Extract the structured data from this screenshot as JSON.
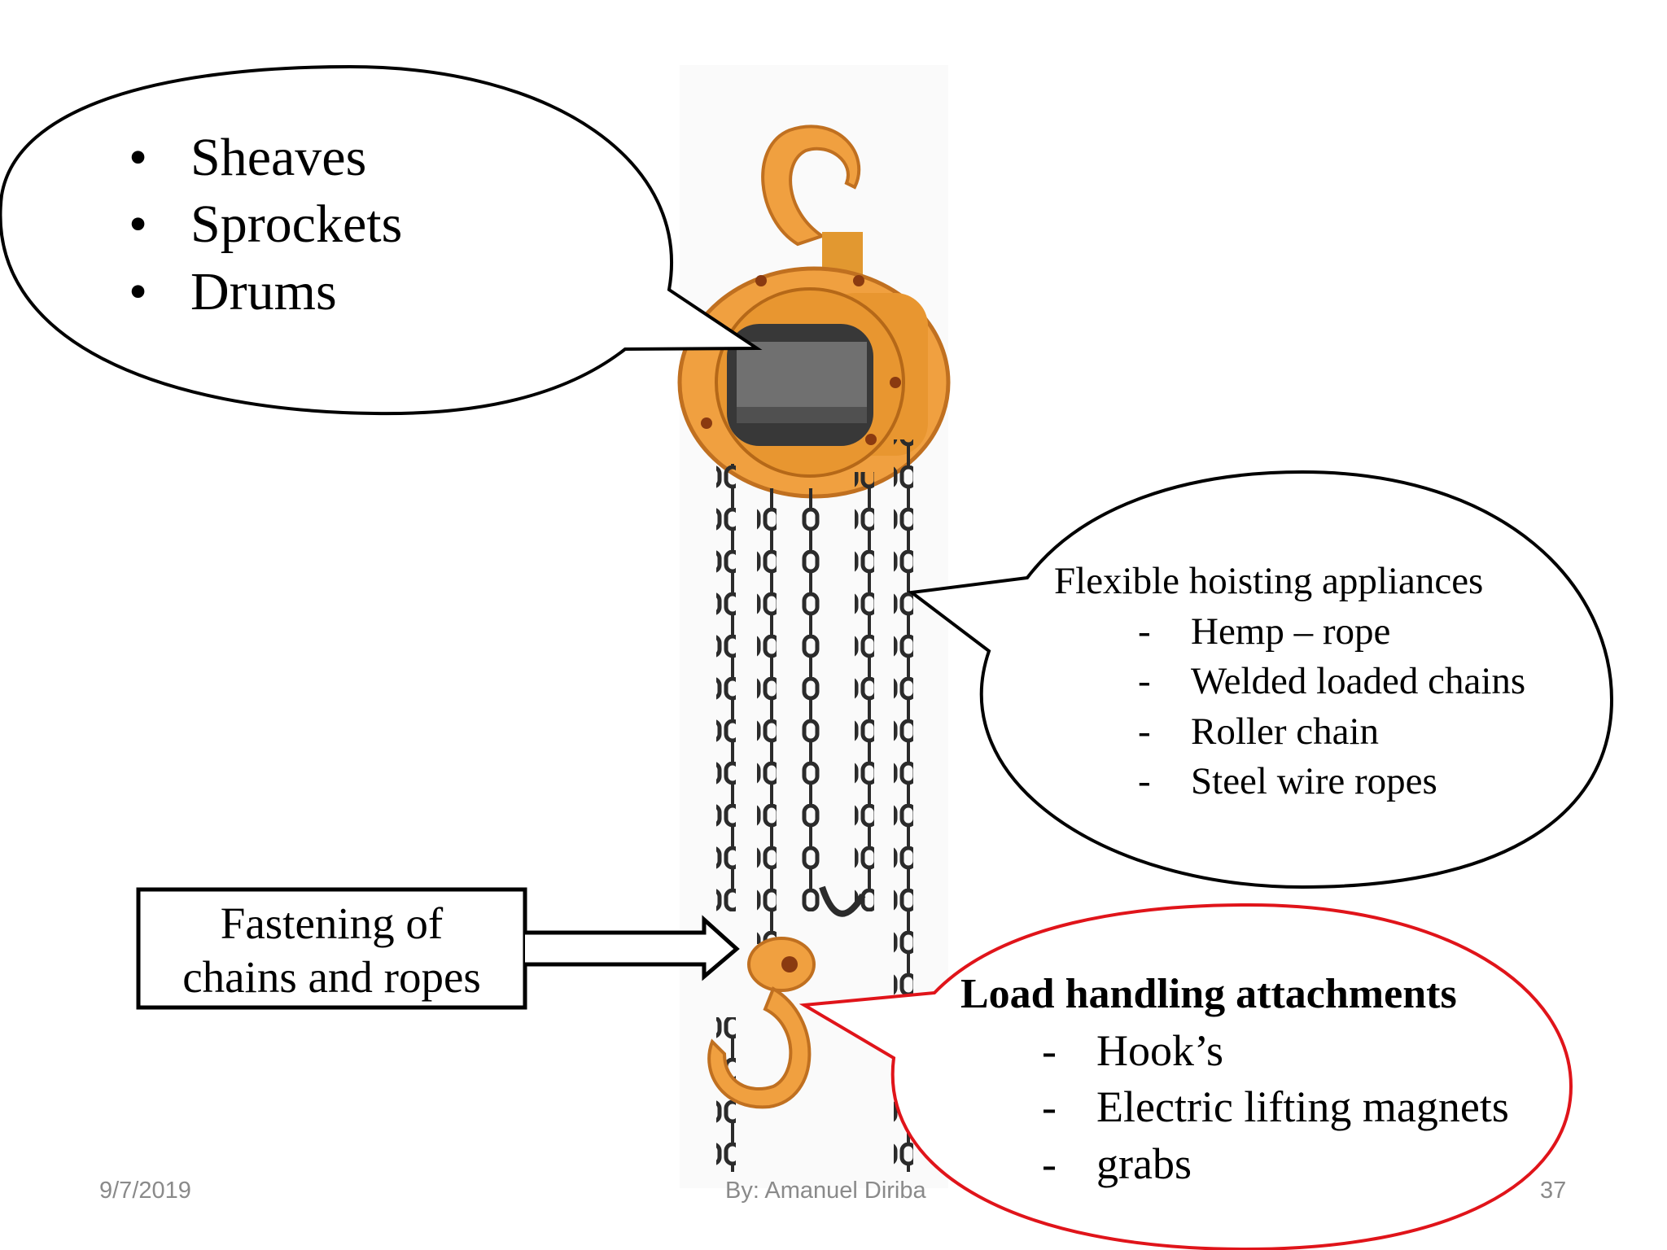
{
  "slide": {
    "sheaves_list": [
      "Sheaves",
      "Sprockets",
      "Drums"
    ],
    "flexible": {
      "title": "Flexible hoisting appliances",
      "items": [
        "Hemp – rope",
        "Welded loaded chains",
        "Roller chain",
        "Steel wire ropes"
      ]
    },
    "fastening": {
      "line1": "Fastening of",
      "line2": "chains and ropes"
    },
    "load": {
      "title": "Load handling attachments",
      "items": [
        "Hook’s",
        "Electric lifting magnets",
        "grabs"
      ]
    },
    "bullet_symbol": "•",
    "dash_symbol": "-",
    "colors": {
      "hoist_orange": "#f0a040",
      "chain": "#2b2b2b",
      "callout_red": "#e0141a",
      "footer_gray": "#8a8a8a"
    }
  },
  "footer": {
    "date": "9/7/2019",
    "author": "By: Amanuel Diriba",
    "page": "37"
  }
}
